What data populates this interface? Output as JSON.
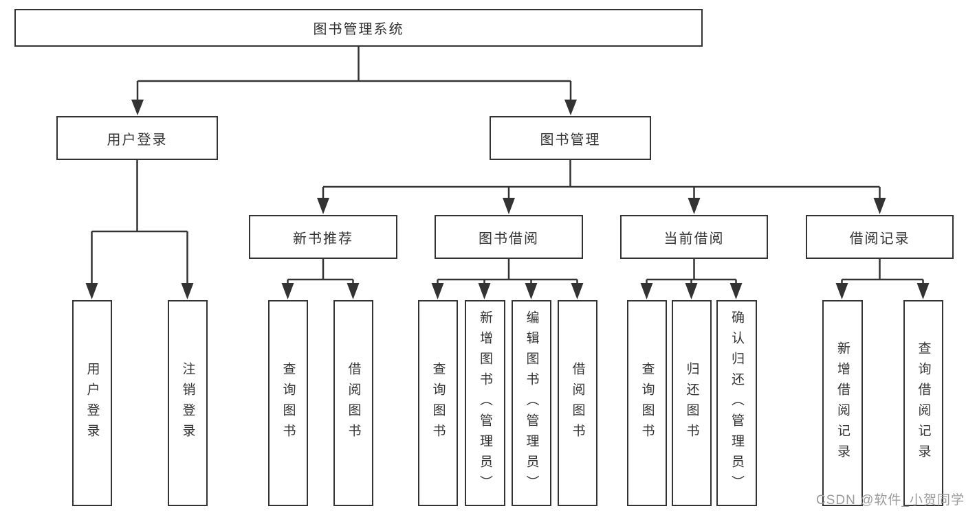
{
  "diagram_title": "图书管理系统",
  "nodes": {
    "root": "图书管理系统",
    "user_login": "用户登录",
    "book_management": "图书管理",
    "new_book_recommend": "新书推荐",
    "book_borrow": "图书借阅",
    "current_borrow": "当前借阅",
    "borrow_record": "借阅记录",
    "leaf_user_login": "用户登录",
    "leaf_logout": "注销登录",
    "leaf_query_book_recommend": "查询图书",
    "leaf_borrow_book_recommend": "借阅图书",
    "leaf_query_book_borrow": "查询图书",
    "leaf_add_book_admin": "新增图书（管理员）",
    "leaf_edit_book_admin": "编辑图书（管理员）",
    "leaf_borrow_book_borrow": "借阅图书",
    "leaf_query_book_current": "查询图书",
    "leaf_return_book": "归还图书",
    "leaf_confirm_return_admin": "确认归还（管理员）",
    "leaf_add_borrow_record": "新增借阅记录",
    "leaf_query_borrow_record": "查询借阅记录"
  },
  "hierarchy": {
    "图书管理系统": {
      "用户登录": [
        "用户登录",
        "注销登录"
      ],
      "图书管理": {
        "新书推荐": [
          "查询图书",
          "借阅图书"
        ],
        "图书借阅": [
          "查询图书",
          "新增图书（管理员）",
          "编辑图书（管理员）",
          "借阅图书"
        ],
        "当前借阅": [
          "查询图书",
          "归还图书",
          "确认归还（管理员）"
        ],
        "借阅记录": [
          "新增借阅记录",
          "查询借阅记录"
        ]
      }
    }
  },
  "watermark": "CSDN @软件_小贺同学",
  "colors": {
    "line": "#333333",
    "box_border": "#333333",
    "text": "#333333",
    "watermark": "#9b9b9b",
    "background": "#ffffff"
  }
}
